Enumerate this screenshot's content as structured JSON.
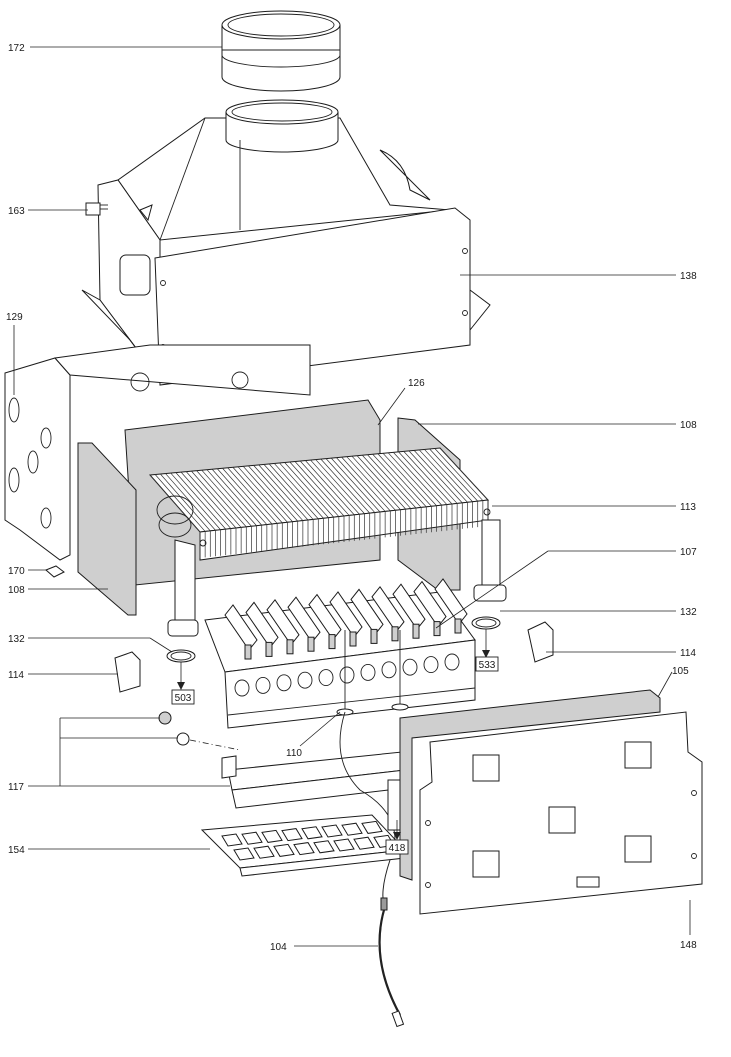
{
  "callouts": {
    "c172": "172",
    "c163": "163",
    "c138": "138",
    "c129": "129",
    "c126": "126",
    "c108a": "108",
    "c113": "113",
    "c107": "107",
    "c170": "170",
    "c108b": "108",
    "c132a": "132",
    "c132b": "132",
    "c114a": "114",
    "c114b": "114",
    "c105": "105",
    "c110": "110",
    "c117": "117",
    "c154": "154",
    "c104": "104",
    "c148": "148"
  },
  "boxed_refs": {
    "b503": "503",
    "b533": "533",
    "b418": "418"
  }
}
